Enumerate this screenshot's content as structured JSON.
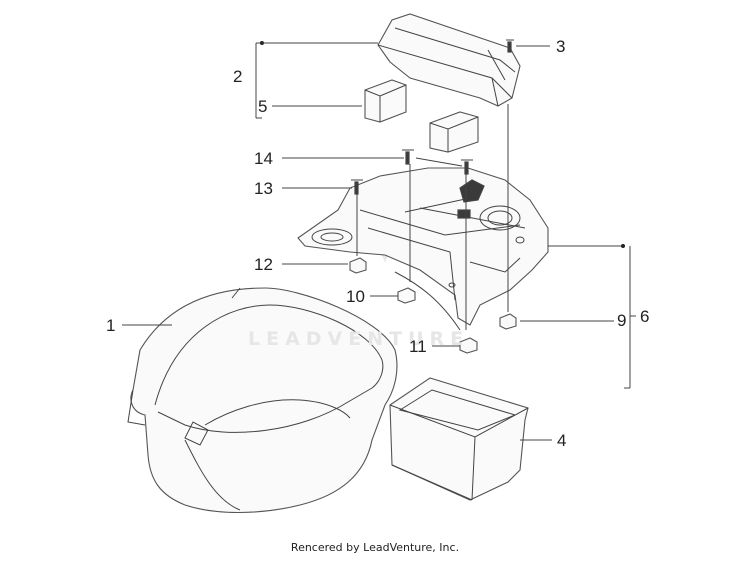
{
  "callouts": {
    "c1": "1",
    "c2": "2",
    "c3": "3",
    "c4": "4",
    "c5": "5",
    "c6": "6",
    "c9": "9",
    "c10": "10",
    "c11": "11",
    "c12": "12",
    "c13": "13",
    "c14": "14"
  },
  "watermark": "LEADVENTURE",
  "credit": "Rencered by LeadVenture, Inc."
}
